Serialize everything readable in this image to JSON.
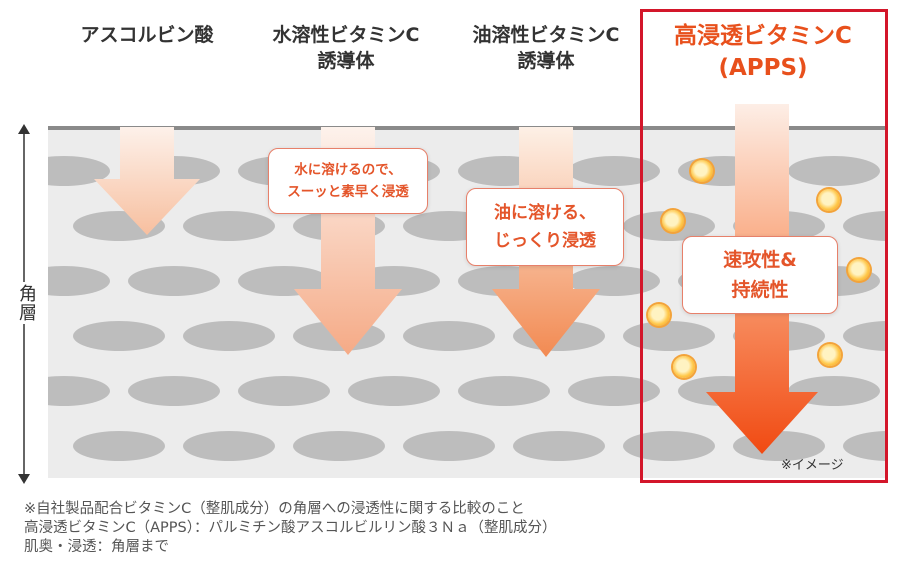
{
  "columns": [
    {
      "title": "アスコルビン酸"
    },
    {
      "title": "水溶性ビタミンC\n誘導体"
    },
    {
      "title": "油溶性ビタミンC\n誘導体"
    },
    {
      "title": "高浸透ビタミンC\n(APPS)"
    }
  ],
  "bubbles": {
    "water": "水に溶けるので、\nスーッと素早く浸透",
    "oil": "油に溶ける、\nじっくり浸透",
    "apps": "速攻性&\n持続性"
  },
  "axis_label": "角層",
  "image_note": "※イメージ",
  "footnotes": [
    "※自社製品配合ビタミンC（整肌成分）の角層への浸透性に関する比較のこと",
    "高浸透ビタミンC（APPS）：パルミチン酸アスコルビルリン酸３Ｎａ（整肌成分）",
    "肌奥・浸透：角層まで"
  ],
  "colors": {
    "highlight": "#d3162a",
    "accent": "#e8501c",
    "layer": "#ececec",
    "cells": "#bdbdbd"
  }
}
